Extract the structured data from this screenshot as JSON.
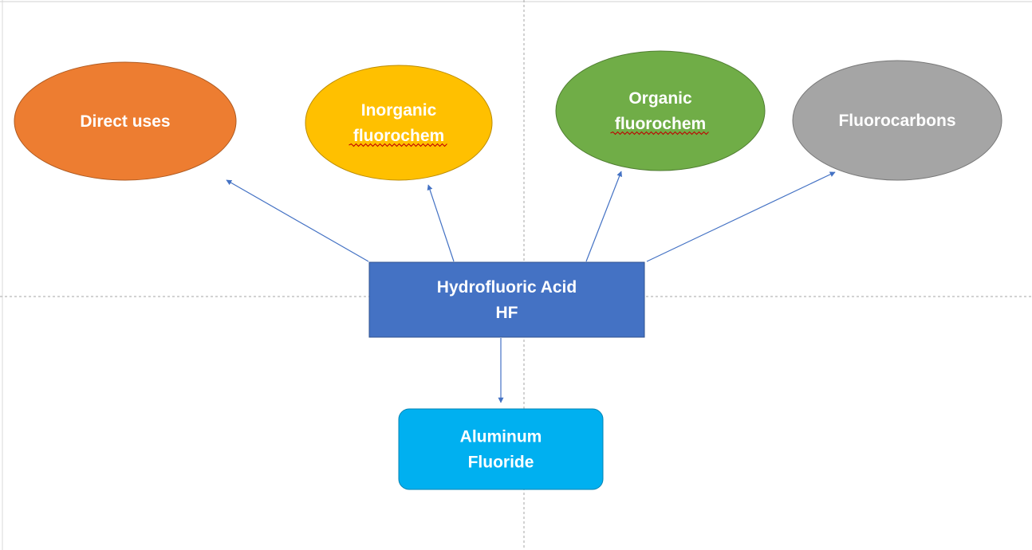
{
  "diagram": {
    "colors": {
      "background": "#ffffff",
      "guide_line": "#a6a6a6",
      "arrow": "#4472c4",
      "spellcheck_underline": "#c00000"
    },
    "nodes": [
      {
        "id": "direct-uses",
        "shape": "ellipse",
        "fill": "#ed7d31",
        "stroke": "#ae5a21",
        "lines": [
          {
            "text": "Direct uses",
            "spellcheck": false
          }
        ]
      },
      {
        "id": "inorganic-fluorochem",
        "shape": "ellipse",
        "fill": "#ffc000",
        "stroke": "#bc8c00",
        "lines": [
          {
            "text": "Inorganic",
            "spellcheck": false
          },
          {
            "text": "fluorochem",
            "spellcheck": true
          }
        ]
      },
      {
        "id": "organic-fluorochem",
        "shape": "ellipse",
        "fill": "#70ad47",
        "stroke": "#507e32",
        "lines": [
          {
            "text": "Organic",
            "spellcheck": false
          },
          {
            "text": "fluorochem",
            "spellcheck": true
          }
        ]
      },
      {
        "id": "fluorocarbons",
        "shape": "ellipse",
        "fill": "#a5a5a5",
        "stroke": "#787878",
        "lines": [
          {
            "text": "Fluorocarbons",
            "spellcheck": false
          }
        ]
      },
      {
        "id": "hydrofluoric-acid",
        "shape": "rect",
        "fill": "#4472c4",
        "stroke": "#2f528f",
        "lines": [
          {
            "text": "Hydrofluoric Acid",
            "spellcheck": false
          },
          {
            "text": "HF",
            "spellcheck": false
          }
        ]
      },
      {
        "id": "aluminum-fluoride",
        "shape": "rounded-rect",
        "fill": "#00b0f0",
        "stroke": "#0083b3",
        "lines": [
          {
            "text": "Aluminum",
            "spellcheck": false
          },
          {
            "text": "Fluoride",
            "spellcheck": false
          }
        ]
      }
    ],
    "edges": [
      {
        "from": "hydrofluoric-acid",
        "to": "direct-uses"
      },
      {
        "from": "hydrofluoric-acid",
        "to": "inorganic-fluorochem"
      },
      {
        "from": "hydrofluoric-acid",
        "to": "organic-fluorochem"
      },
      {
        "from": "hydrofluoric-acid",
        "to": "fluorocarbons"
      },
      {
        "from": "hydrofluoric-acid",
        "to": "aluminum-fluoride"
      }
    ]
  }
}
